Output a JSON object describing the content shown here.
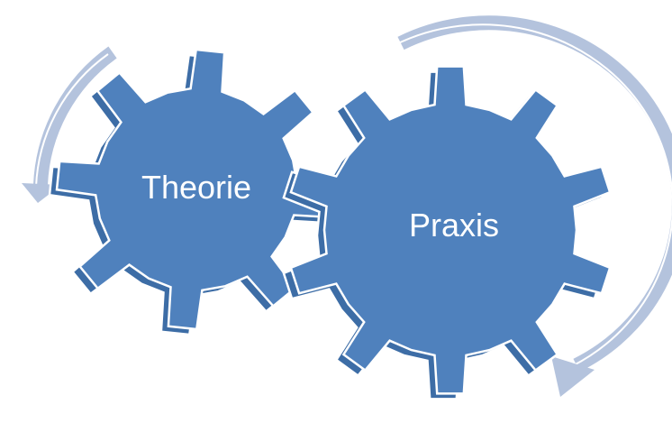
{
  "diagram": {
    "type": "gear-cycle",
    "gears": [
      {
        "label": "Theorie"
      },
      {
        "label": "Praxis"
      }
    ],
    "colors": {
      "gear": "#4f81bd",
      "gear_side": "#3d6da6",
      "arrow": "#b4c3dd",
      "outline": "#ffffff"
    }
  }
}
